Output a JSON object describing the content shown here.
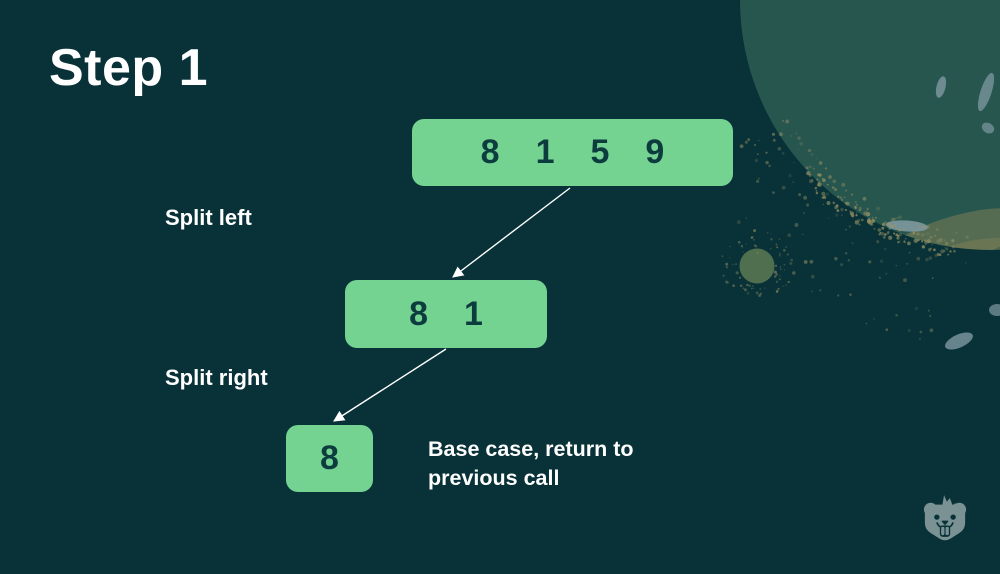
{
  "slide": {
    "title": "Step 1"
  },
  "diagram": {
    "boxes": [
      {
        "name": "array-8-1-5-9",
        "values": [
          "8",
          "1",
          "5",
          "9"
        ]
      },
      {
        "name": "array-8-1",
        "values": [
          "8",
          "1"
        ]
      },
      {
        "name": "array-8",
        "values": [
          "8"
        ]
      }
    ],
    "labels": {
      "split_left": "Split left",
      "split_right": "Split right",
      "base_case_note": "Base case, return to previous call"
    }
  },
  "logo": {
    "name": "beaver-mascot"
  },
  "colors": {
    "background": "#083238",
    "box_green": "#75d392",
    "box_text": "#0d3c3e",
    "text_white": "#ffffff",
    "planet_teal": "#27564f",
    "moon_olive": "#506f4f",
    "speckle_tan": "#9b9364",
    "streak_gray_blue": "#7f99a1",
    "logo_slate": "#7a9294",
    "arrow_white": "#ffffff"
  }
}
